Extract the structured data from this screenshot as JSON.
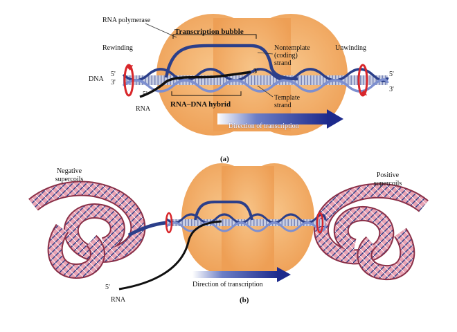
{
  "panel_a": {
    "labels": {
      "rna_polymerase": "RNA polymerase",
      "rewinding": "Rewinding",
      "unwinding": "Unwinding",
      "transcription_bubble": "Transcription bubble",
      "nontemplate_1": "Nontemplate",
      "nontemplate_2": "(coding)",
      "nontemplate_3": "strand",
      "dna": "DNA",
      "dna_5_left": "5'",
      "dna_3_left": "3'",
      "dna_5_right": "5'",
      "dna_3_right": "3'",
      "bubble_3": "3'",
      "rna_5": "5'",
      "rna": "RNA",
      "rna_dna_hybrid": "RNA–DNA hybrid",
      "template_1": "Template",
      "template_2": "strand",
      "direction": "Direction of transcription"
    },
    "caption": "(a)"
  },
  "panel_b": {
    "labels": {
      "negative_1": "Negative",
      "negative_2": "supercoils",
      "positive_1": "Positive",
      "positive_2": "supercoils",
      "rna_5": "5'",
      "rna": "RNA",
      "direction": "Direction of transcription"
    },
    "caption": "(b)"
  },
  "colors": {
    "polymerase": "#f2b069",
    "dna_strand": "#2b3f8a",
    "rna": "#101010",
    "twist_marker": "#d8262a",
    "arrow": "#1d2a8c",
    "supercoil_fill": "#e8a6b4"
  }
}
